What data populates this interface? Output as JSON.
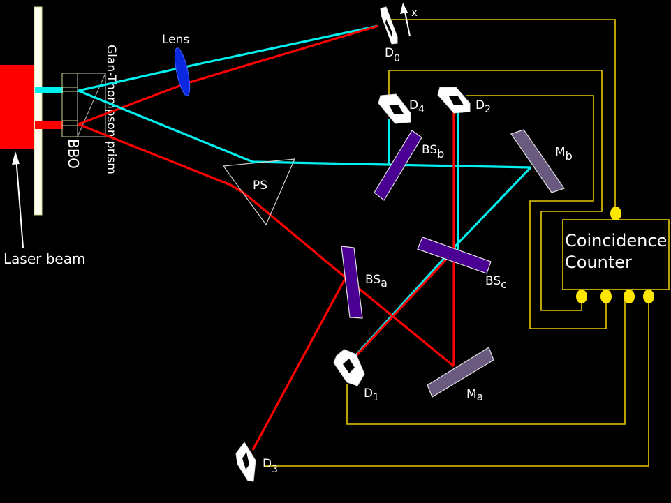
{
  "diagram": {
    "title": "Delayed-choice quantum eraser setup",
    "colors": {
      "background": "#000000",
      "signal_beam": "#00f0f0",
      "idler_beam": "#ff0000",
      "laser": "#ff0000",
      "wires": "#e8c800",
      "beam_splitter": "#4b0094",
      "mirror": "#6a5a80",
      "labels": "#ffffff"
    },
    "labels": {
      "laser": "Laser beam",
      "bbo": "BBO",
      "glan": "Glan-Thompson prism",
      "lens": "Lens",
      "ps": "PS",
      "x_axis": "x",
      "counter_line1": "Coincidence",
      "counter_line2": "Counter"
    },
    "detectors": [
      {
        "id": "D0",
        "base": "D",
        "sub": "0"
      },
      {
        "id": "D1",
        "base": "D",
        "sub": "1"
      },
      {
        "id": "D2",
        "base": "D",
        "sub": "2"
      },
      {
        "id": "D3",
        "base": "D",
        "sub": "3"
      },
      {
        "id": "D4",
        "base": "D",
        "sub": "4"
      }
    ],
    "beam_splitters": [
      {
        "id": "BSa",
        "base": "BS",
        "sub": "a"
      },
      {
        "id": "BSb",
        "base": "BS",
        "sub": "b"
      },
      {
        "id": "BSc",
        "base": "BS",
        "sub": "c"
      }
    ],
    "mirrors": [
      {
        "id": "Ma",
        "base": "M",
        "sub": "a"
      },
      {
        "id": "Mb",
        "base": "M",
        "sub": "b"
      }
    ]
  }
}
